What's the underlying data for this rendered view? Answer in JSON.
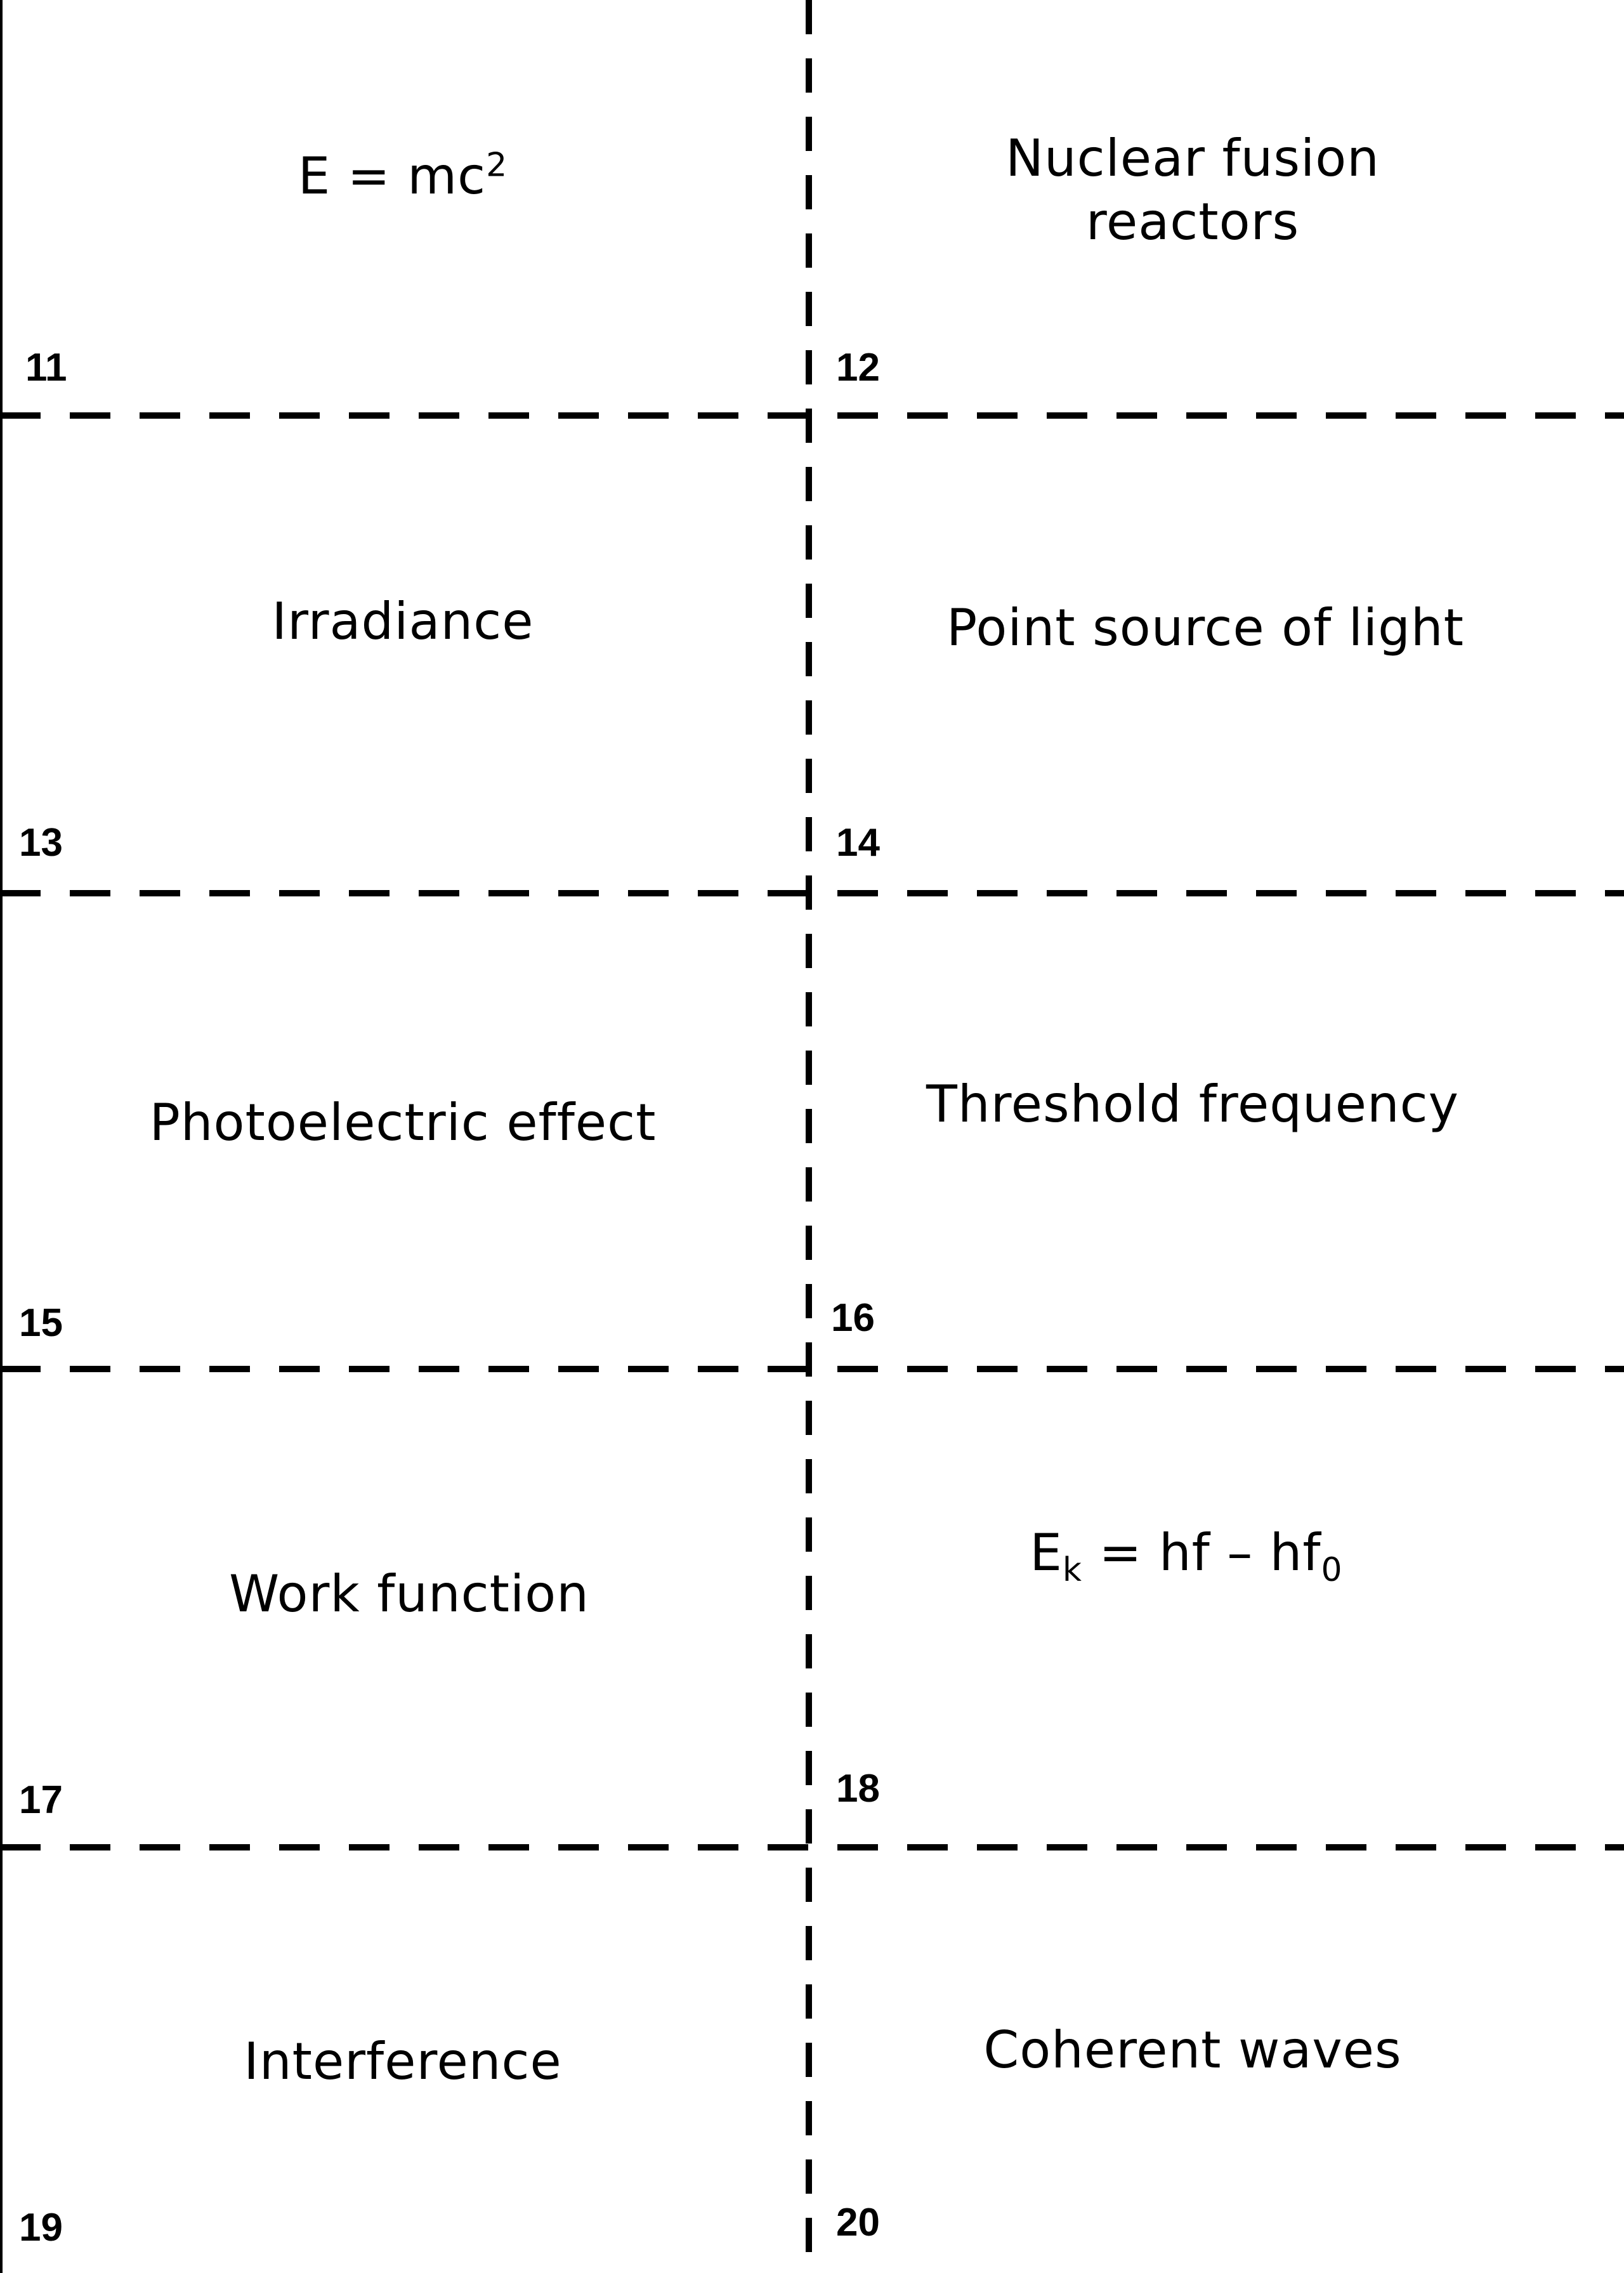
{
  "cards": [
    {
      "number": "11",
      "term": "E = mc",
      "sup": "2"
    },
    {
      "number": "12",
      "term": "Nuclear fusion\nreactors"
    },
    {
      "number": "13",
      "term": "Irradiance"
    },
    {
      "number": "14",
      "term": "Point source of light"
    },
    {
      "number": "15",
      "term": "Photoelectric effect"
    },
    {
      "number": "16",
      "term": "Threshold frequency"
    },
    {
      "number": "17",
      "term": "Work function"
    },
    {
      "number": "18",
      "term_parts": [
        "E",
        "k",
        " = hf – hf",
        "0"
      ]
    },
    {
      "number": "19",
      "term": "Interference"
    },
    {
      "number": "20",
      "term": "Coherent waves"
    }
  ]
}
